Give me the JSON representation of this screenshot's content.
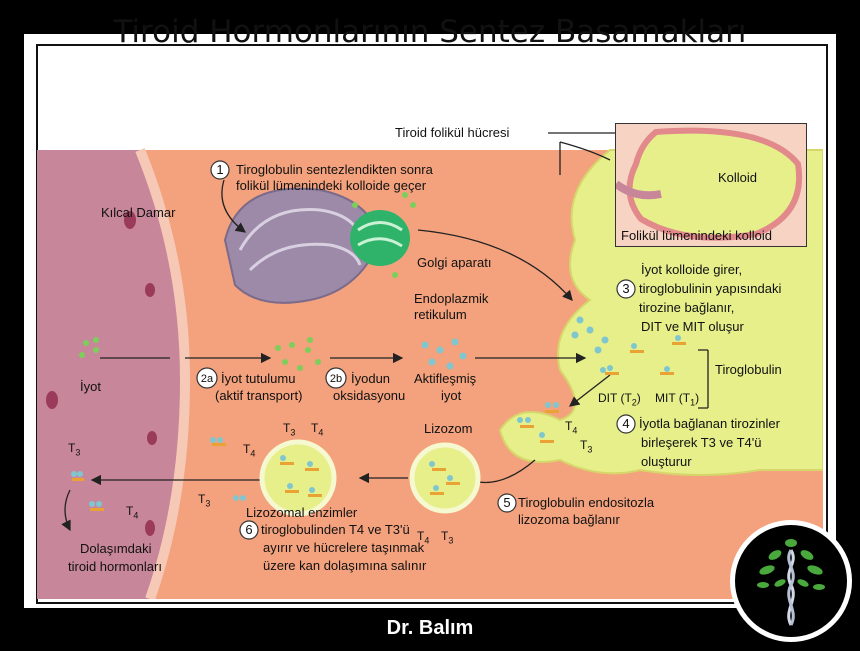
{
  "title": "Tiroid Hormonlarının Sentez Basamakları",
  "footer": "Dr. Balım",
  "labels": {
    "follicle_cell": "Tiroid folikül hücresi",
    "colloid": "Kolloid",
    "follicle_lumen_colloid": "Folikül lümenindeki kolloid",
    "capillary": "Kılcal Damar",
    "iodine": "İyot",
    "golgi": "Golgi aparatı",
    "er_line1": "Endoplazmik",
    "er_line2": "retikulum",
    "thyroglobulin": "Tiroglobulin",
    "activated_line1": "Aktifleşmiş",
    "activated_line2": "iyot",
    "lysosome": "Lizozom",
    "circulating_line1": "Dolaşımdaki",
    "circulating_line2": "tiroid hormonları",
    "dit": "DIT (T",
    "mit": "MIT (T",
    "t3": "T",
    "t4": "T"
  },
  "steps": {
    "s1_num": "1",
    "s1_line1": "Tiroglobulin sentezlendikten sonra",
    "s1_line2": "folikül lümenindeki kolloide geçer",
    "s2a_num": "2a",
    "s2a_line1": "İyot tutulumu",
    "s2a_line2": "(aktif transport)",
    "s2b_num": "2b",
    "s2b_line1": "İyodun",
    "s2b_line2": "oksidasyonu",
    "s3_num": "3",
    "s3_line0": "İyot kolloide girer,",
    "s3_line1": "tiroglobulinin yapısındaki",
    "s3_line2": "tirozine bağlanır,",
    "s3_line3": "DIT ve MIT oluşur",
    "s4_num": "4",
    "s4_line1": "İyotla bağlanan tirozinler",
    "s4_line2": "birleşerek T3 ve T4'ü",
    "s4_line3": "oluşturur",
    "s5_num": "5",
    "s5_line1": "Tiroglobulin endositozla",
    "s5_line2": "lizozoma bağlanır",
    "s6_num": "6",
    "s6_line0": "Lizozomal enzimler",
    "s6_line1": "tiroglobulinden T4 ve T3'ü",
    "s6_line2": "ayırır ve hücrelere taşınmak",
    "s6_line3": "üzere kan dolaşımına salınır"
  },
  "colors": {
    "cell": "#f3a27d",
    "capillary": "#c7869a",
    "colloid": "#e6ef8a",
    "golgi": "#2fb36a",
    "er": "#9c8aa8",
    "bead_blue": "#7fc6cf",
    "bead_green": "#7ccf5a",
    "bead_orange": "#e9a233"
  }
}
